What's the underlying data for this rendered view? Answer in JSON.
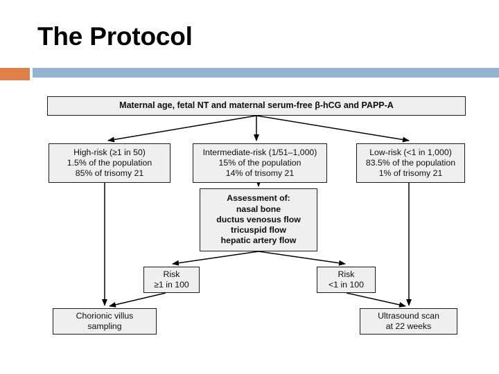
{
  "slide": {
    "title": "The Protocol",
    "accent_orange": "#dd8049",
    "accent_blue": "#94b4d2",
    "background": "#ffffff"
  },
  "flowchart": {
    "box_fill": "#efefef",
    "box_border": "#1a1a1a",
    "arrow_color": "#000000",
    "nodes": {
      "screening": {
        "id": "screening-test",
        "label": "Maternal age, fetal NT and maternal serum-free β-hCG and PAPP-A",
        "lines": [
          "Maternal age, fetal NT and maternal serum-free β-hCG and PAPP-A"
        ]
      },
      "high_risk": {
        "id": "high-risk",
        "lines": [
          "High-risk (≥1 in 50)",
          "1.5% of the population",
          "85% of trisomy 21"
        ]
      },
      "intermediate_risk": {
        "id": "intermediate-risk",
        "lines": [
          "Intermediate-risk (1/51–1,000)",
          "15% of the population",
          "14% of trisomy 21"
        ]
      },
      "low_risk": {
        "id": "low-risk",
        "lines": [
          "Low-risk (<1 in 1,000)",
          "83.5% of the population",
          "1% of trisomy 21"
        ]
      },
      "assessment": {
        "id": "assessment",
        "lines": [
          "Assessment of:",
          "nasal bone",
          "ductus venosus flow",
          "tricuspid flow",
          "hepatic artery flow"
        ]
      },
      "risk_left": {
        "id": "risk-high",
        "lines": [
          "Risk",
          "≥1 in 100"
        ]
      },
      "risk_right": {
        "id": "risk-low",
        "lines": [
          "Risk",
          "<1 in 100"
        ]
      },
      "cvs": {
        "id": "chorionic-villus-sampling",
        "lines": [
          "Chorionic villus",
          "sampling"
        ]
      },
      "ultrasound": {
        "id": "ultrasound-scan",
        "lines": [
          "Ultrasound scan",
          "at 22 weeks"
        ]
      }
    },
    "edges": [
      {
        "from": "screening-test",
        "to": "high-risk"
      },
      {
        "from": "screening-test",
        "to": "intermediate-risk"
      },
      {
        "from": "screening-test",
        "to": "low-risk"
      },
      {
        "from": "high-risk",
        "to": "chorionic-villus-sampling"
      },
      {
        "from": "intermediate-risk",
        "to": "assessment"
      },
      {
        "from": "low-risk",
        "to": "ultrasound-scan"
      },
      {
        "from": "assessment",
        "to": "risk-high"
      },
      {
        "from": "assessment",
        "to": "risk-low"
      },
      {
        "from": "risk-high",
        "to": "chorionic-villus-sampling"
      },
      {
        "from": "risk-low",
        "to": "ultrasound-scan"
      }
    ]
  }
}
